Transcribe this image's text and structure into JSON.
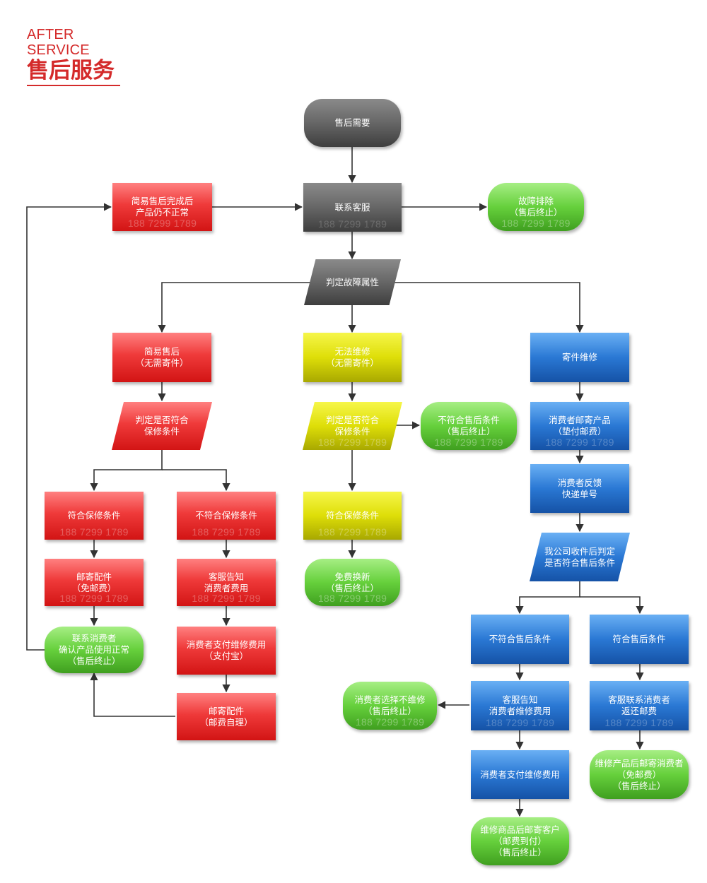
{
  "header": {
    "english": "AFTER SERVICE",
    "chinese": "售后服务"
  },
  "phone": "188 7299 1789",
  "nodes": {
    "need": {
      "line1": "售后需要",
      "line2": "",
      "line3": ""
    },
    "contact": {
      "line1": "联系客服",
      "line2": "",
      "line3": ""
    },
    "simple_fail": {
      "line1": "简易售后完成后",
      "line2": "产品仍不正常",
      "line3": ""
    },
    "fixed": {
      "line1": "故障排除",
      "line2": "（售后终止）",
      "line3": ""
    },
    "judge_fault": {
      "line1": "判定故障属性",
      "line2": "",
      "line3": ""
    },
    "simple": {
      "line1": "简易售后",
      "line2": "（无需寄件）",
      "line3": ""
    },
    "cannot_repair": {
      "line1": "无法维修",
      "line2": "（无需寄件）",
      "line3": ""
    },
    "mail_repair": {
      "line1": "寄件维修",
      "line2": "",
      "line3": ""
    },
    "judge_l": {
      "line1": "判定是否符合",
      "line2": "保修条件",
      "line3": ""
    },
    "judge_m": {
      "line1": "判定是否符合",
      "line2": "保修条件",
      "line3": ""
    },
    "not_meet_m": {
      "line1": "不符合售后条件",
      "line2": "（售后终止）",
      "line3": ""
    },
    "consumer_mail": {
      "line1": "消费者邮寄产品",
      "line2": "（垫付邮费）",
      "line3": ""
    },
    "feedback": {
      "line1": "消费者反馈",
      "line2": "快递单号",
      "line3": ""
    },
    "meet_l": {
      "line1": "符合保修条件",
      "line2": "",
      "line3": ""
    },
    "not_meet_l": {
      "line1": "不符合保修条件",
      "line2": "",
      "line3": ""
    },
    "meet_m": {
      "line1": "符合保修条件",
      "line2": "",
      "line3": ""
    },
    "judge_r": {
      "line1": "我公司收件后判定",
      "line2": "是否符合售后条件",
      "line3": ""
    },
    "mail_parts_free": {
      "line1": "邮寄配件",
      "line2": "（免邮费）",
      "line3": ""
    },
    "notify_fee_l": {
      "line1": "客服告知",
      "line2": "消费者费用",
      "line3": ""
    },
    "free_swap": {
      "line1": "免费换新",
      "line2": "（售后终止）",
      "line3": ""
    },
    "confirm_ok": {
      "line1": "联系消费者",
      "line2": "确认产品使用正常",
      "line3": "（售后终止）"
    },
    "pay_alipay": {
      "line1": "消费者支付维修费用",
      "line2": "（支付宝）",
      "line3": ""
    },
    "mail_parts_self": {
      "line1": "邮寄配件",
      "line2": "（邮费自理）",
      "line3": ""
    },
    "not_meet_r": {
      "line1": "不符合售后条件",
      "line2": "",
      "line3": ""
    },
    "meet_r": {
      "line1": "符合售后条件",
      "line2": "",
      "line3": ""
    },
    "no_repair": {
      "line1": "消费者选择不维修",
      "line2": "（售后终止）",
      "line3": ""
    },
    "notify_fee_r": {
      "line1": "客服告知",
      "line2": "消费者维修费用",
      "line3": ""
    },
    "return_fee": {
      "line1": "客服联系消费者",
      "line2": "返还邮费",
      "line3": ""
    },
    "pay_r": {
      "line1": "消费者支付维修费用",
      "line2": "",
      "line3": ""
    },
    "after_repair_free": {
      "line1": "维修产品后邮寄消费者",
      "line2": "（免邮费）",
      "line3": "（售后终止）"
    },
    "after_repair_cod": {
      "line1": "维修商品后邮寄客户",
      "line2": "（邮费到付）",
      "line3": "（售后终止）"
    }
  }
}
